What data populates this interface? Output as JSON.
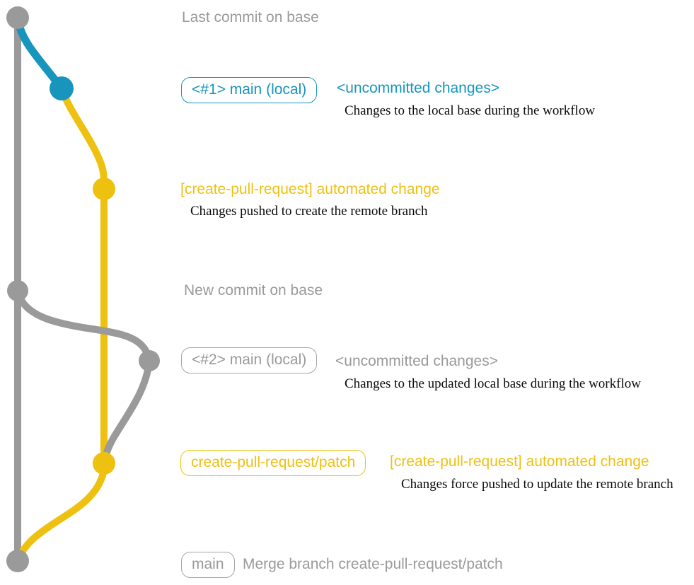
{
  "colors": {
    "gray": "#9a9a9a",
    "teal": "#1795bd",
    "yellow": "#eec111",
    "description_text": "#0a0a0a"
  },
  "graph": {
    "base_branch_color": "gray",
    "commit_dots": [
      {
        "name": "last-commit-on-base",
        "color": "gray"
      },
      {
        "name": "main-local-1",
        "color": "teal"
      },
      {
        "name": "remote-branch-created",
        "color": "yellow"
      },
      {
        "name": "new-commit-on-base",
        "color": "gray"
      },
      {
        "name": "main-local-2",
        "color": "gray"
      },
      {
        "name": "remote-branch-updated",
        "color": "yellow"
      },
      {
        "name": "merge-commit",
        "color": "gray"
      }
    ]
  },
  "annotations": {
    "last_commit_on_base": "Last commit on base",
    "new_commit_on_base": "New commit on base"
  },
  "row_main_local_1": {
    "badge": "<#1> main (local)",
    "status": "<uncommitted changes>",
    "description": "Changes to the local base during the workflow"
  },
  "row_automated_change_1": {
    "title": "[create-pull-request] automated change",
    "description": "Changes pushed to create the remote branch"
  },
  "row_main_local_2": {
    "badge": "<#2> main (local)",
    "status": "<uncommitted changes>",
    "description": "Changes to the updated local base during the workflow"
  },
  "row_automated_change_2": {
    "badge": "create-pull-request/patch",
    "title": "[create-pull-request] automated change",
    "description": "Changes force pushed to update the remote branch"
  },
  "row_merge": {
    "badge": "main",
    "message": "Merge branch create-pull-request/patch"
  }
}
